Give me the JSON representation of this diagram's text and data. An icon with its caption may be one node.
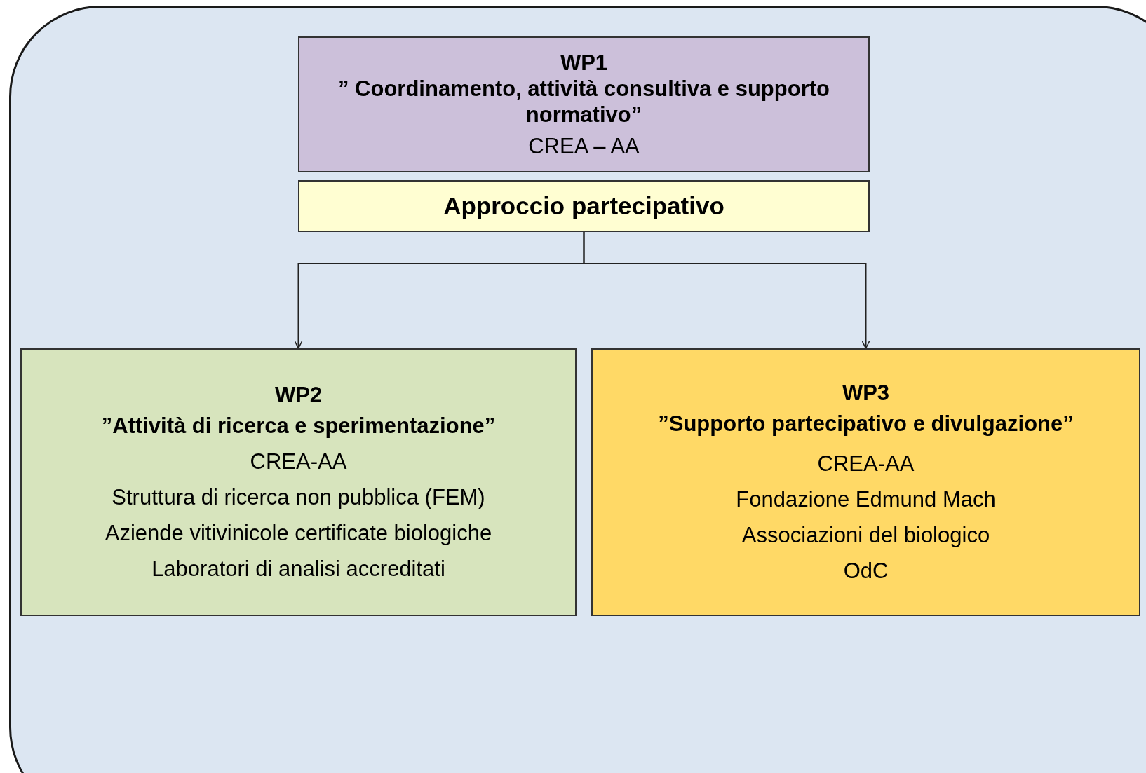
{
  "diagram": {
    "nodes": [
      {
        "text": [
          "WP1",
          "” Coordinamento, attività consultiva e supporto normativo”",
          "CREA – AA"
        ]
      },
      {
        "text": [
          "Approccio partecipativo"
        ]
      },
      {
        "text": [
          "WP2",
          "”Attività di ricerca e sperimentazione”",
          "CREA-AA",
          "Struttura di ricerca non pubblica (FEM)",
          "Aziende vitivinicole certificate biologiche",
          "Laboratori di analisi accreditati"
        ]
      },
      {
        "text": [
          "WP3",
          "”Supporto partecipativo e divulgazione”",
          "CREA-AA",
          "Fondazione Edmund Mach",
          "Associazioni del biologico",
          "OdC"
        ]
      }
    ],
    "edges": [
      {
        "from": 1,
        "to": 2,
        "arrow": "to"
      },
      {
        "from": 1,
        "to": 3,
        "arrow": "to"
      }
    ]
  }
}
